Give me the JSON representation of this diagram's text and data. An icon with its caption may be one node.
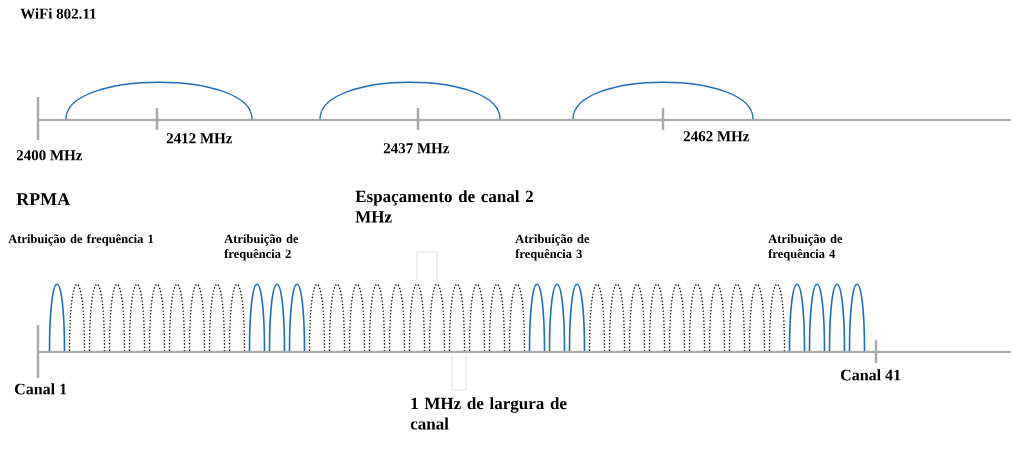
{
  "diagram": {
    "labels": [
      "WiFi 802.11",
      "2400 MHz",
      "2412 MHz",
      "2437 MHz",
      "2462 MHz",
      "RPMA",
      "Espaçamento de canal 2 MHz",
      "Atribuição de frequência 1",
      "Atribuição de frequência 2",
      "Atribuição de frequência 3",
      "Atribuição de frequência 4",
      "Canal 1",
      "Canal 41",
      "1 MHz de largura de canal"
    ]
  }
}
